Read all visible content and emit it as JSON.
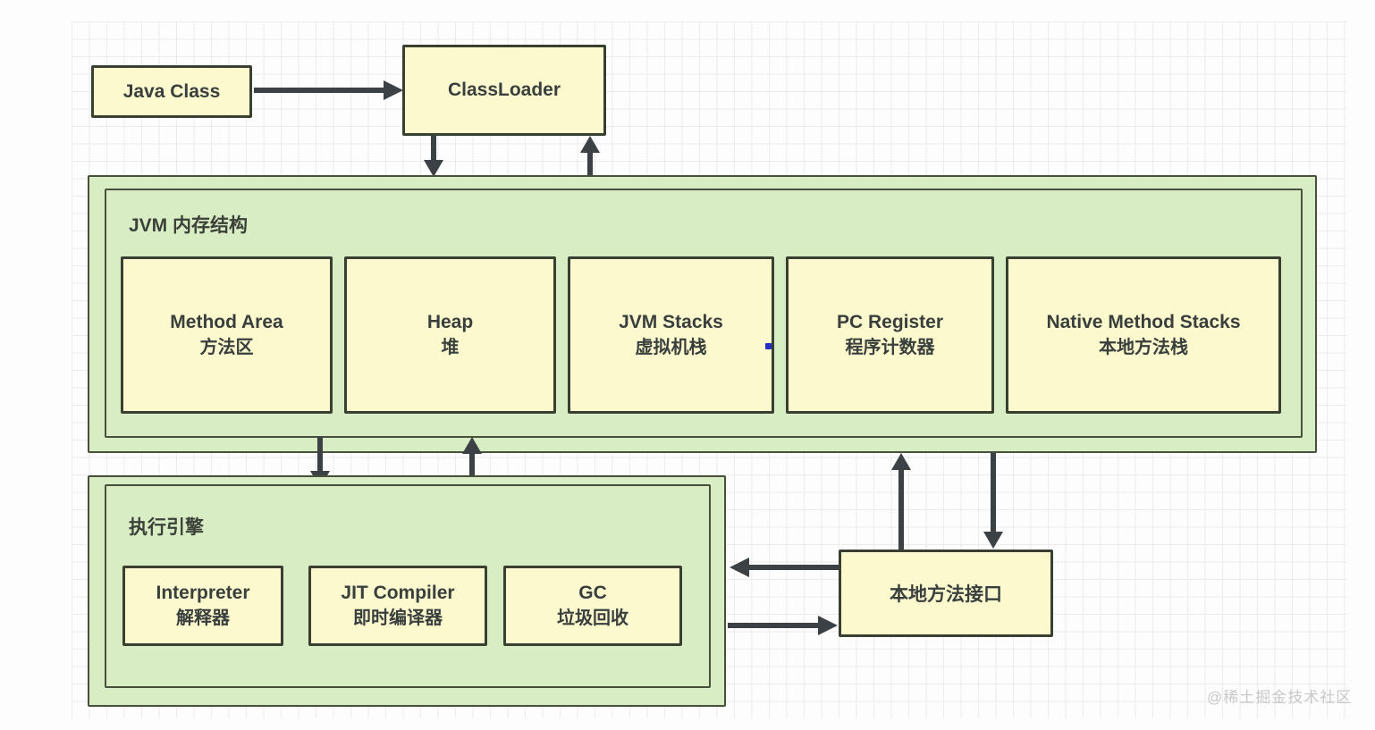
{
  "diagram": {
    "nodes": {
      "java_class": {
        "label": "Java Class"
      },
      "classloader": {
        "label": "ClassLoader"
      },
      "native_interface": {
        "label": "本地方法接口"
      }
    },
    "jvm_memory": {
      "title": "JVM 内存结构",
      "boxes": [
        {
          "en": "Method Area",
          "zh": "方法区"
        },
        {
          "en": "Heap",
          "zh": "堆"
        },
        {
          "en": "JVM Stacks",
          "zh": "虚拟机栈"
        },
        {
          "en": "PC Register",
          "zh": "程序计数器"
        },
        {
          "en": "Native Method Stacks",
          "zh": "本地方法栈"
        }
      ]
    },
    "execution_engine": {
      "title": "执行引擎",
      "boxes": [
        {
          "en": "Interpreter",
          "zh": "解释器"
        },
        {
          "en": "JIT Compiler",
          "zh": "即时编译器"
        },
        {
          "en": "GC",
          "zh": "垃圾回收"
        }
      ]
    },
    "colors": {
      "box_fill": "#fcf9cf",
      "container_fill": "#d9edc5",
      "box_border": "#3a4031",
      "container_border": "#47503a",
      "arrow": "#3c4145",
      "text": "#393f3c",
      "grid_line": "#ececec",
      "watermark": "#c9c9c9",
      "cursor_dot": "#2430c4"
    },
    "watermark": "@稀土掘金技术社区"
  }
}
